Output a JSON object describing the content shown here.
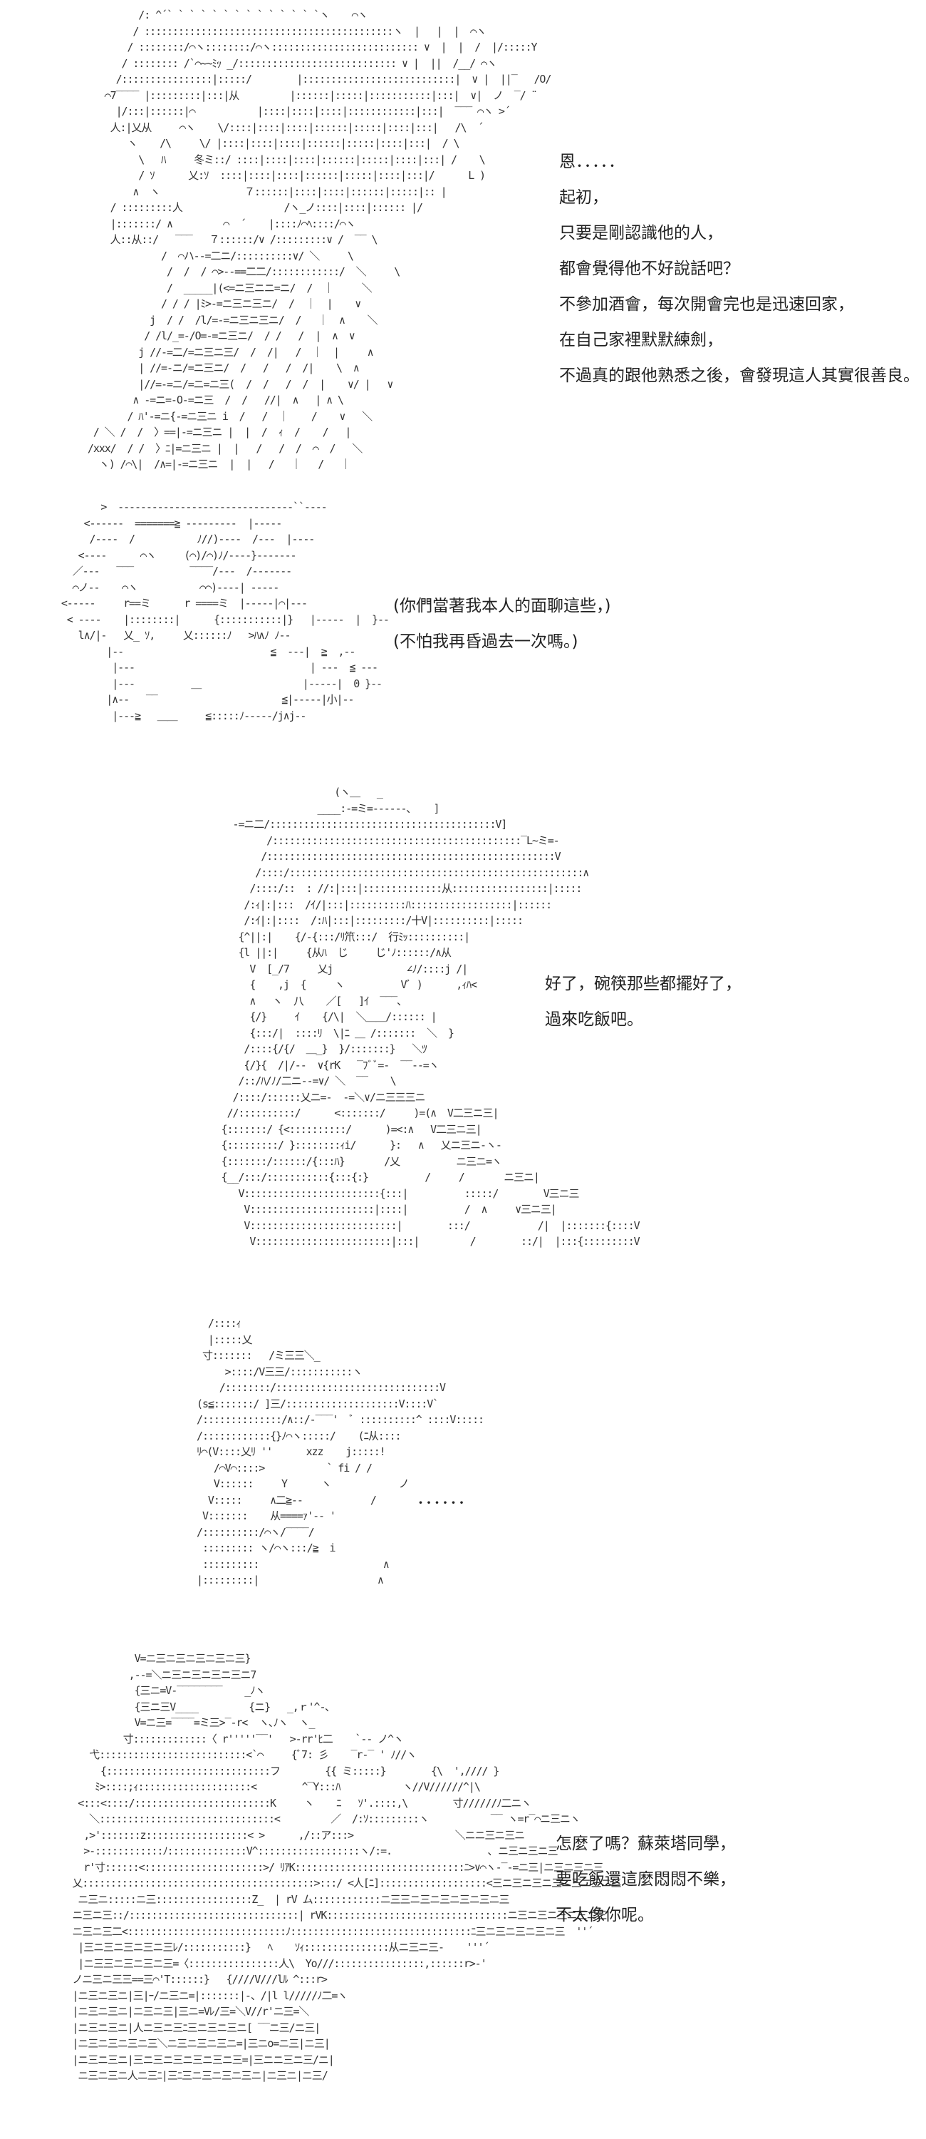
{
  "panels": [
    {
      "art": [
        "          /: ^´` ` ` ` ` ` ` ` ` ` ` ` ` `ヽ    ⌒ヽ",
        "         / ::::::::::::::::::::::::::::::::::::::::::::ヽ  |   |  |  ⌒ヽ",
        "        / ::::::::/⌒ヽ::::::::/⌒ヽ:::::::::::::::::::::::::: ∨  |  |  /  |/:::::Y",
        "       / :::::::: /`⌒~~ﾐｯ _/:::::::::::::::::::::::::::: ∨ |  ||  /__/ ⌒ヽ",
        "      /::::::::::::::::|:::::/        |:::::::::::::::::::::::::::|  ∨ |  ||‾   /O/",
        "    ⌒7‾‾‾‾ |:::::::::|:::|从         |::::::|:::::|:::::::::::|:::|  ∨|  ノ  ‾/ ¨",
        "      |/:::|::::::|⌒           |::::|::::|::::|::::::::::::|:::|  ‾‾‾ ⌒ヽ >´",
        "     人:|乂从     ⌒ヽ    \\/::::|::::|::::|::::::|:::::|::::|:::|   /\\  ´",
        "        ヽ    /\\     \\/ |::::|::::|::::|::::::|:::::|::::|:::|  / \\",
        "          \\   ﾊ     冬ミ::/ ::::|::::|::::|::::::|:::::|::::|:::| /    \\",
        "          / ｿ      乂:ｿ  ::::|::::|::::|::::::|:::::|::::|:::|/      L )",
        "         ∧  ヽ               ７::::::|::::|::::|::::::|:::::|:: |",
        "     / :::::::::人                  /ヽ_ノ::::|::::|:::::: |/",
        "     |:::::::/ ∧         ⌒  ´    |::::ﾉ⌒ﾍ::::/⌒ヽ",
        "     人::从::/   ‾‾‾   ７::::::/∨ /:::::::::∨ /  ‾‾ \\",
        "              /  ⌒ハ--=二ニ/::::::::::∨/ ＼     \\",
        "               /  /  / ⌒>--==二二/::::::::::::/  ＼     \\",
        "               /  _____|(<=ニ三ニニ=ニ/  /  ｜     ＼",
        "              / / / |ﾐ>-=ニ三ニ三ニ/  /  ｜  |    ∨",
        "            j  / /  /l/=-=ニ三ニ三ニ/  /   ｜  ∧    ＼",
        "           / /l/_=-/O=-=ニ三ニ/  / /   /  |  ∧  ∨",
        "          j //-=二/=ニ三ニ三/  /  /|   /  ｜  |     ∧",
        "          | //=-ニ/=ニ三ニ/  /   /   /  /|    \\  ∧",
        "          |//=-=ニ/=ニ=ニ三(  /  /   /  /  |    ∨/ |   ∨",
        "         ∧ -=ニ=-O-=ニ三  /  /   //|  ∧   | ∧ \\",
        "        / ﾊ'-=ニ{-=ニ三ニ i  /   /  ｜    /    ∨   ＼",
        "  / ＼ /  /  〉==|-=ニ三ニ |  |  /  ｨ  /    /   |",
        " /xxx/  / /  〉ﾆ|=ニ三ニ |  |   /   /  /  ⌒  /   ＼",
        "   ヽ) /⌒\\|  /∧=|-=ニ三ニ  |  |   /   ｜   /   ｜"
      ],
      "lines": [
        "恩．．．．．",
        "起初，",
        "只要是剛認識他的人，",
        "都會覺得他不好說話吧？",
        "不參加酒會，每次開會完也是迅速回家，",
        "在自己家裡默默練劍，",
        "不過真的跟他熟悉之後，會發現這人其實很善良。"
      ]
    },
    {
      "art": [
        "         >  -------------------------------``----",
        "      <------  =======≧ ---------  |-----",
        "       /----  /           ﾉ//)----  /---  |----",
        "     <----      ⌒ヽ     (⌒)/⌒)ﾉ/----}-------",
        "    ／---   ‾‾‾          ‾‾‾‾/---  /-------",
        "    ⌒ノ--    ⌒ヽ           ⌒⌒)----| -----",
        "  <-----     r==ミ      r ====ミ  |-----|⌒|---",
        "   < ----    |::::::::|      {:::::::::::|}   |-----  |  }--",
        "     l∧/|-   乂_ ｿ,     乂::::::ﾉ   >ﾊ∧ﾉ ﾉ--",
        "          |--                          ≦  ---|  ≧  ,--",
        "           |---                               | ---  ≦ ---",
        "           |---          ＿                  |-----|  0 }--",
        "          |∧--   ‾‾                      ≦|-----|小|--",
        "           |---≧   ＿＿     ≦:::::ﾉ-----/j∧j--"
      ],
      "lines": [
        "(你們當著我本人的面聊這些，)",
        "(不怕我再昏過去一次嗎。)"
      ]
    },
    {
      "art": [
        "                                       (ヽ＿   _",
        "                                    ____:-=ミ=------､    ]",
        "                     -=ニ二/::::::::::::::::::::::::::::::::::::::::V]",
        "                           /::::::::::::::::::::::::::::::::::::::::::::‾L~ミ=-",
        "                          /:::::::::::::::::::::::::::::::::::::::::::::::::::V",
        "                         /::::/::::::::::::::::::::::::::::::::::::::::::::::::::::∧",
        "                        /::::/::  : //:|:::|::::::::::::::从:::::::::::::::::|:::::",
        "                       /:ｨ|:|:::  /ｲ/|:::|::::::::::ﾊ::::::::::::::::::|::::::",
        "                       /:ｲ|:|::::  /:ﾊ|:::|:::::::::/十V|::::::::::|:::::",
        "                      {^||:|    {/-{:::/ﾘ笊:::/  行ﾐｯ::::::::::|",
        "                      {l ||:|     {从ﾊ  じ     じ'ﾉ::::::/∧从",
        "                        V  [_/7     乂j             ∠ﾉ/::::j /|",
        "                        {    ,j  {     ヽ          Vﾞ )      ,ｨﾊ<",
        "                        ∧   ヽ  八    ／[   ]ｲ  ‾‾‾、   ",
        "                        {/}     ｲ    {/\\|  ＼＿＿/:::::: |",
        "                        {:::/|  ::::ﾘ  \\|ﾆ ＿ /:::::::  ＼  }",
        "                       /::::{/{/  ＿_}  }/:::::::}   ＼ﾂ",
        "                       {/}{  /|/--  ∨{rK   ‾ﾌﾞﾞ=-  ‾‾--=ヽ",
        "                      /::/ﾊ/ﾉ/二ニ--=∨/ ＼  ‾‾    \\",
        "                     /::::/::::::乂ニ=-  -=＼∨/ニ三三三ニ",
        "                    //::::::::::/      <:::::::/     )=(∧  V二三ニ三|",
        "                   {:::::::/ {<::::::::::/      )=<:∧   V二三ニ三|",
        "                   {:::::::::/ }::::::::ｨi/      }:   ∧   乂ニ三ニ-ヽ-",
        "                   {:::::::/::::::/{:::ﾊ}       /乂          ニ三ニ=ヽ",
        "                   {__/:::/:::::::::::{:::{:}          /     /       ニ三ニ|",
        "                      V::::::::::::::::::::::::{:::|          :::::/        V三ニ三",
        "                       V::::::::::::::::::::::|::::|          /  ∧     ∨三ニ三|",
        "                       V::::::::::::::::::::::::::|        :::/            /|  |:::::::{::::V",
        "                        V::::::::::::::::::::::::|:::|         /        ::/|  |:::{:::::::::V"
      ],
      "lines": [
        "好了，碗筷那些都擺好了，",
        "過來吃飯吧。"
      ]
    },
    {
      "art": [
        "                /::::ｨ",
        "                |:::::乂",
        "               寸:::::::   /ミ三三＼_",
        "                   >::::/V三三/:::::::::::ヽ",
        "                  /::::::::/:::::::::::::::::::::::::::::V",
        "              (s≦:::::::/ ]三/::::::::::::::::::::V::::V`",
        "              /::::::::::::::/∧::/-‾‾‾'  ﾞ ::::::::::^ ::::V:::::",
        "              /::::::::::::{}ﾉ⌒ヽ:::::/    (ﾆ从::::",
        "              ﾘ⌒(V::::乂ﾘ ''      xzz    j:::::!",
        "                 /⌒V⌒::::>           ` fi / /",
        "                 V::::::     Y      ヽ            ノ",
        "                V:::::     ∧二≧--            /",
        "               V:::::::    从====ｧ'-- '",
        "              /::::::::::/⌒ヽ/‾‾‾‾/",
        "               ::::::::: ヽ/⌒ヽ:::/≧  i",
        "               ::::::::::                      ∧",
        "              |:::::::::|                     ∧"
      ],
      "lines": [
        "．．．．．．"
      ]
    },
    {
      "art": [
        "                    V=ニ三ニ三ニ三ニ三ニ三}",
        "                   ,--=＼ニ三ニ三ニ三ニ三ニ7",
        "                    {三ニ=V-‾‾‾‾‾‾‾‾    _ﾉヽ",
        "                    {三ニ三V____         {ニ}   _,ｒ'^-､",
        "                    V=ニ三=‾‾‾‾=ミ三>‾-r<  ヽ､ﾉヽ  ヽ_",
        "                  寸:::::::::::::〈 r'''''‾‾'   >-rr'ﾋ二    `-- ノ^ヽ",
        "            弋::::::::::::::::::::::::::<`⌒     {ﾞ7: 彡    ‾r-‾ ' ﾉ//ヽ",
        "              {:::::::::::::::::::::::::::::フ        {{ ミ:::::}        {\\  ',//// }",
        "             ﾐ>::::;ｨ::::::::::::::::::::<        ^‾Y:::ﾊ           ヽ//V//////^|\\",
        "          <:::<::::/::::::::::::::::::::::::K     ヽ    ﾆ   ｿ'.::::,\\        寸//////ﾉ二ニヽ",
        "            ＼:::::::::::::::::::::::::::::::<         ／  /:ｿ:::::::::ヽ           ‾‾ ヽ=r‾⌒ニ三ニヽ",
        "           ,>':::::::z::::::::::::::::::< >      ,/::ア:::>                  ＼ニニ三ニ三ニ",
        "           >-::::::::::::ﾉ::::::::::::::V^::::::::::::::::::ヽ/:=.                 ､ ニ三ニ三ニ三",
        "           r'寸::::::<:::::::::::::::::::::>/ ﾘｱK::::::::::::::::::::::::::::::ﾆ>∨⌒ヽ-‾-=ニ三|ニ三ニ三ニ三",
        "         乂:::::::::::::::::::::::::::::::::::::::::>:::/ <人[ﾆ]:::::::::::::::::::<三ニ三ニ三ニ三ニ三ニ三ニ三",
        "          ニ三ニ:::::ニ三:::::::::::::::::Z_  | rV ム::::::::::::ニ三三ニ三ニ三ニ三ニ三ニ三",
        "         ニ三ニ三::/::::::::::::::::::::::::::::::| rVK::::::::::::::::::::::::::::::::ニ三ニ三ニ三ニ三ニ三",
        "         ニ三ニ三二<::::::::::::::::::::::::::::ﾉ::::::::::::::::::::::::::::::::ﾆ三ニ三ニ三ニ三ニ三  ''´",
        "          |三ニ三ニ三ニ三ニ三ﾚ/:::::::::::}   ﾍ    ｿｨ:::::::::::::::从ニ三ニ三-    '''´",
        "          |ニ三三ニ三ニ三ニ三=〈::::::::::::::::人\\  Yo///::::::::::::::::,::::::r>-'",
        "         ノニ三ニ三三==三⌒'T::::::}   {////V///lﾙ ^:::r>",
        "         |ニ三ニ三ニ|三|ｰ/ニ三ニ=|:::::::|-、/|l l/////ﾉ二=ヽ",
        "         |ニ三ニ三ニ|ニ三ニ三|三ニ=Vﾚ/三=＼V//r'ニ三=＼",
        "         |ニ三ニ三ニ|人ニ三ニ三ﾆ三ニ三ニ三ニ[ ‾‾ニ三/ニ三|",
        "         |ニ三ニ三ニ三ニ三＼ニ三ニ三ニ三ニ=|三ニo=ニ三|ニ三|",
        "         |ニ三ニ三ニ|三ニ三ニ三ニ三ニ三ニ三=|三ニニ三ニ三/ニ|",
        "          ニ三ニ三ニ人ニ三ﾆ|三ﾆ三ニ三ニ三ニ三ニ|ニ三ニ|ニ三/"
      ],
      "lines": [
        "怎麼了嗎？蘇萊塔同學，",
        "要吃飯還這麼悶悶不樂，",
        "不太像你呢。"
      ]
    }
  ]
}
